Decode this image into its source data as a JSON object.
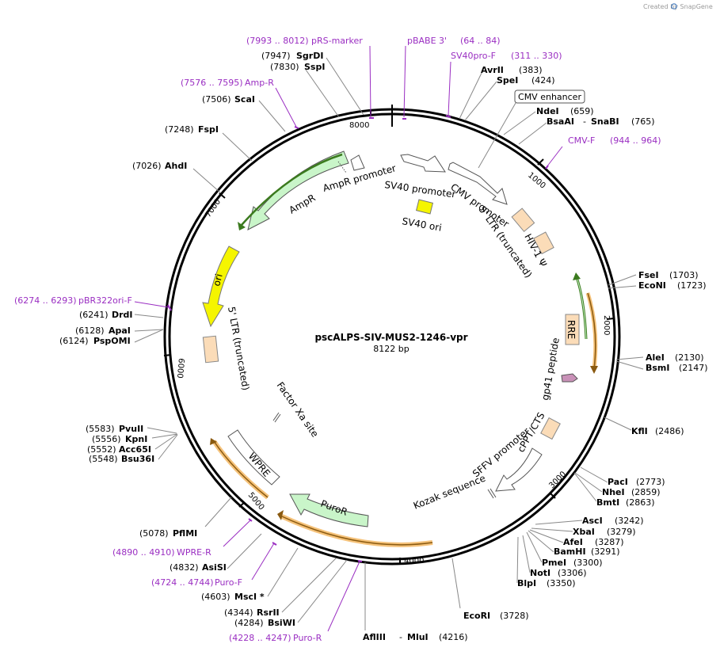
{
  "credit": "Created by SnapGene",
  "plasmid": {
    "name": "pscALPS-SIV-MUS2-1246-vpr",
    "size_label": "8122 bp",
    "length": 8122
  },
  "colors": {
    "primer": "#9a2ec2",
    "amp_fill": "#c9f5c9",
    "amp_outline": "#3b7a1e",
    "ori_fill": "#f5f500",
    "ltr_fill": "#fbdcb8",
    "rre_outline": "#e8a33a",
    "gp41_fill": "#c991b8",
    "promoter_fill": "#ffffff",
    "puror_fill": "#c9f5c9"
  },
  "ticks": [
    "1000",
    "2000",
    "3000",
    "4000",
    "5000",
    "6000",
    "7000",
    "8000"
  ],
  "sites": [
    {
      "name": "SgrDI",
      "pos": "(7947)"
    },
    {
      "name": "SspI",
      "pos": "(7830)"
    },
    {
      "name": "ScaI",
      "pos": "(7506)"
    },
    {
      "name": "FspI",
      "pos": "(7248)"
    },
    {
      "name": "AhdI",
      "pos": "(7026)"
    },
    {
      "name": "DrdI",
      "pos": "(6241)"
    },
    {
      "name": "ApaI",
      "pos": "(6128)"
    },
    {
      "name": "PspOMI",
      "pos": "(6124)"
    },
    {
      "name": "PvuII",
      "pos": "(5583)"
    },
    {
      "name": "KpnI",
      "pos": "(5556)"
    },
    {
      "name": "Acc65I",
      "pos": "(5552)"
    },
    {
      "name": "Bsu36I",
      "pos": "(5548)"
    },
    {
      "name": "PflMI",
      "pos": "(5078)"
    },
    {
      "name": "AsiSI",
      "pos": "(4832)"
    },
    {
      "name": "MscI *",
      "pos": "(4603)"
    },
    {
      "name": "RsrII",
      "pos": "(4344)"
    },
    {
      "name": "BsiWI",
      "pos": "(4284)"
    },
    {
      "name": "AflIII",
      "pos": ""
    },
    {
      "name": "MluI",
      "pos": "(4216)"
    },
    {
      "name": "EcoRI",
      "pos": "(3728)"
    },
    {
      "name": "AvrII",
      "pos": "(383)"
    },
    {
      "name": "SpeI",
      "pos": "(424)"
    },
    {
      "name": "NdeI",
      "pos": "(659)"
    },
    {
      "name": "BsaAI",
      "pos": ""
    },
    {
      "name": "SnaBI",
      "pos": "(765)"
    },
    {
      "name": "FseI",
      "pos": "(1703)"
    },
    {
      "name": "EcoNI",
      "pos": "(1723)"
    },
    {
      "name": "AleI",
      "pos": "(2130)"
    },
    {
      "name": "BsmI",
      "pos": "(2147)"
    },
    {
      "name": "KflI",
      "pos": "(2486)"
    },
    {
      "name": "PacI",
      "pos": "(2773)"
    },
    {
      "name": "NheI",
      "pos": "(2859)"
    },
    {
      "name": "BmtI",
      "pos": "(2863)"
    },
    {
      "name": "AscI",
      "pos": "(3242)"
    },
    {
      "name": "XbaI",
      "pos": "(3279)"
    },
    {
      "name": "AfeI",
      "pos": "(3287)"
    },
    {
      "name": "BamHI",
      "pos": "(3291)"
    },
    {
      "name": "PmeI",
      "pos": "(3300)"
    },
    {
      "name": "NotI",
      "pos": "(3306)"
    },
    {
      "name": "BlpI",
      "pos": "(3350)"
    }
  ],
  "primers": [
    {
      "name": "pRS-marker",
      "range": "(7993 .. 8012)"
    },
    {
      "name": "pBABE 3'",
      "range": "(64 .. 84)"
    },
    {
      "name": "SV40pro-F",
      "range": "(311 .. 330)"
    },
    {
      "name": "Amp-R",
      "range": "(7576 .. 7595)"
    },
    {
      "name": "CMV-F",
      "range": "(944 .. 964)"
    },
    {
      "name": "pBR322ori-F",
      "range": "(6274 .. 6293)"
    },
    {
      "name": "WPRE-R",
      "range": "(4890 .. 4910)"
    },
    {
      "name": "Puro-F",
      "range": "(4724 .. 4744)"
    },
    {
      "name": "Puro-R",
      "range": "(4228 .. 4247)"
    }
  ],
  "features": {
    "cmv_enhancer": "CMV enhancer",
    "cmv_promoter": "CMV promoter",
    "ltr5_right": "5' LTR (truncated)",
    "hiv_psi": "HIV-1 Ψ",
    "rre": "RRE",
    "gp41": "gp41 peptide",
    "cppt": "cPPT/CTS",
    "sffv": "SFFV promoter",
    "kozak": "Kozak sequence",
    "puror": "PuroR",
    "wpre": "WPRE",
    "factor_xa": "Factor Xa site",
    "ltr5_left": "5' LTR (truncated)",
    "ori": "ori",
    "ampr": "AmpR",
    "ampr_promoter": "AmpR promoter",
    "sv40_promoter": "SV40 promoter",
    "sv40_ori": "SV40 ori"
  }
}
